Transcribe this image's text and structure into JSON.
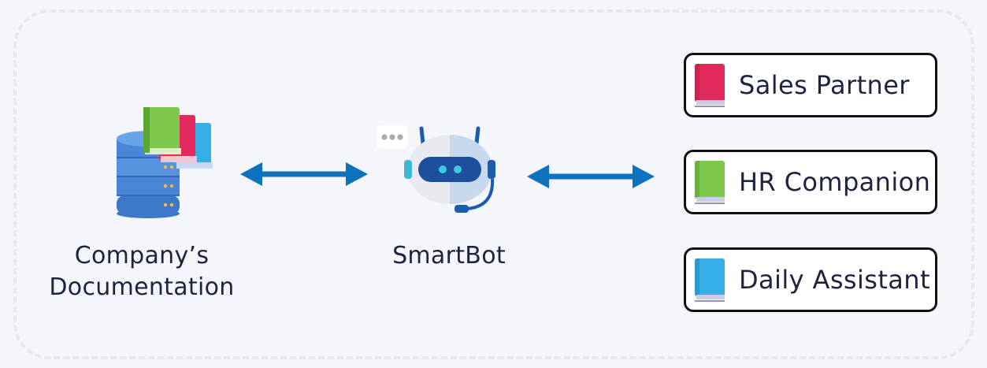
{
  "source": {
    "label_line1": "Company’s",
    "label_line2": "Documentation"
  },
  "bot": {
    "label": "SmartBot"
  },
  "assistants": [
    {
      "label": "Sales Partner",
      "book_color": "#e32a5c",
      "icon": "red-book-icon"
    },
    {
      "label": "HR Companion",
      "book_color": "#7cc94c",
      "icon": "green-book-icon"
    },
    {
      "label": "Daily Assistant",
      "book_color": "#38aee8",
      "icon": "blue-book-icon"
    }
  ],
  "colors": {
    "arrow": "#0b73be",
    "database": "#4a86d6",
    "frame_border": "#e6e8ef"
  }
}
